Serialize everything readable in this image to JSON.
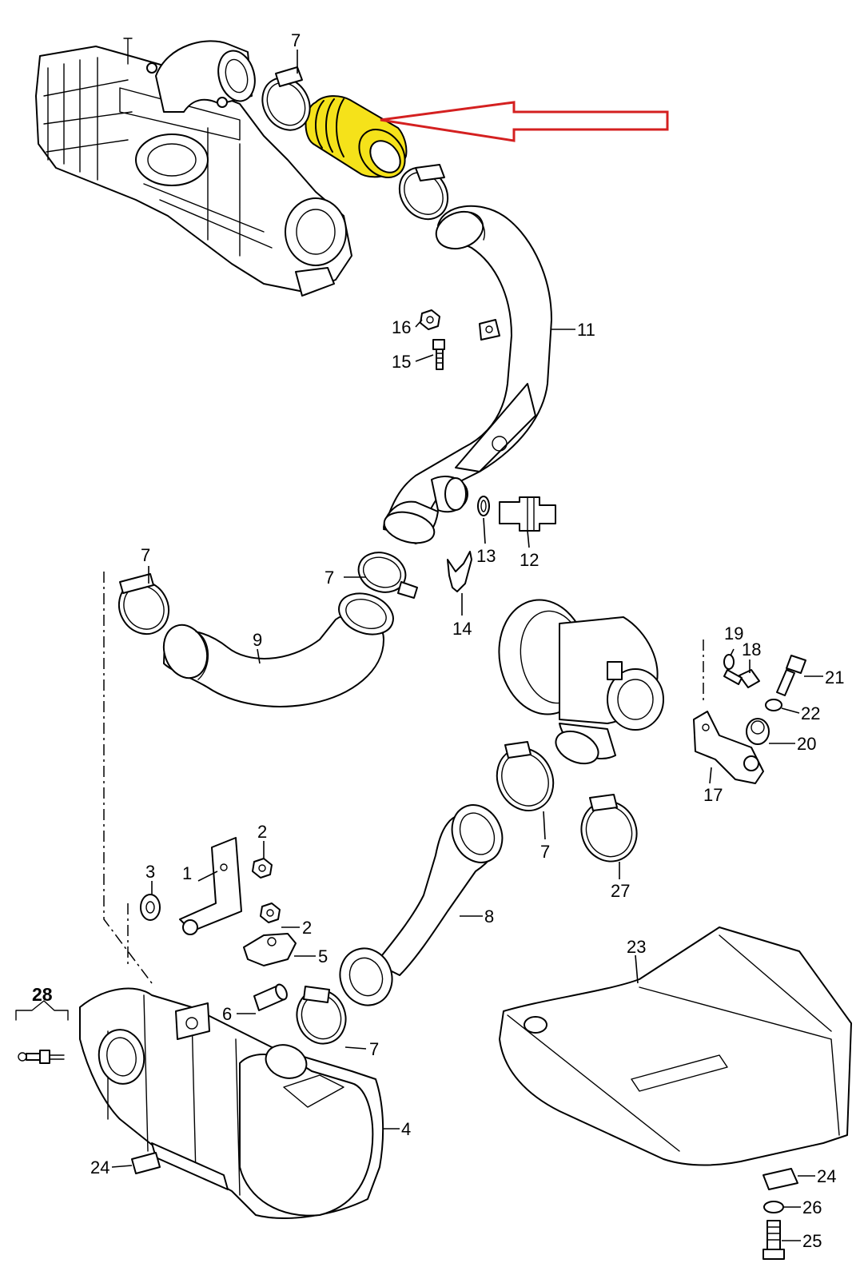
{
  "colors": {
    "highlight": "#f5e21a",
    "arrow": "#d42020",
    "ink": "#000000",
    "background": "#ffffff"
  },
  "labels": {
    "l1": "1",
    "l2a": "2",
    "l2b": "2",
    "l3": "3",
    "l4": "4",
    "l5": "5",
    "l6": "6",
    "l7a": "7",
    "l7b": "7",
    "l7c": "7",
    "l7d": "7",
    "l7e": "7",
    "l8": "8",
    "l9": "9",
    "l11": "11",
    "l12": "12",
    "l13": "13",
    "l14": "14",
    "l15": "15",
    "l16": "16",
    "l17": "17",
    "l18": "18",
    "l19": "19",
    "l20": "20",
    "l21": "21",
    "l22": "22",
    "l23": "23",
    "l24a": "24",
    "l24b": "24",
    "l25": "25",
    "l26": "26",
    "l27": "27",
    "l28": "28"
  }
}
